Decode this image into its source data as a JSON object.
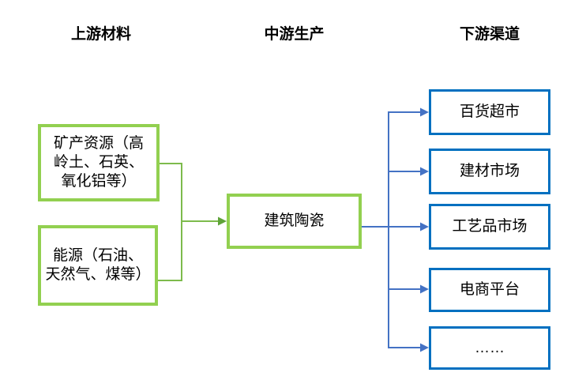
{
  "diagram": {
    "title_columns": {
      "upstream": "上游材料",
      "midstream": "中游生产",
      "downstream": "下游渠道"
    },
    "upstream_boxes": [
      {
        "lines": [
          "矿产资源（高",
          "岭土、石英、",
          "氧化铝等）"
        ]
      },
      {
        "lines": [
          "能源（石油、",
          "天然气、煤等）"
        ]
      }
    ],
    "midstream_box": {
      "label": "建筑陶瓷"
    },
    "downstream_boxes": [
      {
        "label": "百货超市"
      },
      {
        "label": "建材市场"
      },
      {
        "label": "工艺品市场"
      },
      {
        "label": "电商平台"
      },
      {
        "label": "……"
      }
    ],
    "colors": {
      "green_box_border": "#92D050",
      "green_connector": "#7DBB4C",
      "green_arrowhead": "#5FA339",
      "blue_box_border": "#0070C0",
      "blue_connector": "#4472C4",
      "text": "#000000",
      "background": "#FFFFFF"
    }
  }
}
